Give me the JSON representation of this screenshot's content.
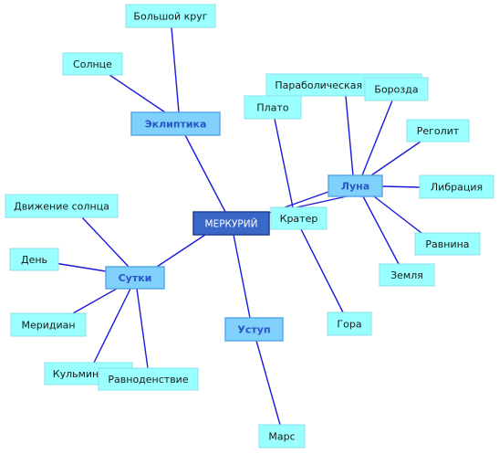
{
  "mindmap": {
    "root": {
      "id": "mercury",
      "label": "МЕРКУРИЙ"
    },
    "hubs": [
      {
        "id": "ecliptic",
        "label": "Эклиптика"
      },
      {
        "id": "moon",
        "label": "Луна"
      },
      {
        "id": "day",
        "label": "Сутки"
      },
      {
        "id": "scarp",
        "label": "Уступ"
      }
    ],
    "leaves": [
      {
        "id": "great-circle",
        "label": "Большой круг",
        "parent": "ecliptic"
      },
      {
        "id": "sun",
        "label": "Солнце",
        "parent": "ecliptic"
      },
      {
        "id": "parabolic-velocity",
        "label": "Параболическая скорость",
        "parent": "moon"
      },
      {
        "id": "furrow",
        "label": "Борозда",
        "parent": "moon"
      },
      {
        "id": "regolith",
        "label": "Реголит",
        "parent": "moon"
      },
      {
        "id": "libration",
        "label": "Либрация",
        "parent": "moon"
      },
      {
        "id": "plain",
        "label": "Равнина",
        "parent": "moon"
      },
      {
        "id": "earth",
        "label": "Земля",
        "parent": "moon"
      },
      {
        "id": "crater",
        "label": "Кратер",
        "parent": "moon"
      },
      {
        "id": "plateau",
        "label": "Плато",
        "parent": "crater"
      },
      {
        "id": "mountain",
        "label": "Гора",
        "parent": "crater"
      },
      {
        "id": "sun-motion",
        "label": "Движение солнца",
        "parent": "day"
      },
      {
        "id": "daytime",
        "label": "День",
        "parent": "day"
      },
      {
        "id": "meridian",
        "label": "Меридиан",
        "parent": "day"
      },
      {
        "id": "culmination",
        "label": "Кульминация",
        "parent": "day"
      },
      {
        "id": "equinox",
        "label": "Равноденствие",
        "parent": "day"
      },
      {
        "id": "mars",
        "label": "Марс",
        "parent": "scarp"
      }
    ],
    "edges": [
      [
        "mercury",
        "ecliptic"
      ],
      [
        "mercury",
        "moon"
      ],
      [
        "mercury",
        "day"
      ],
      [
        "mercury",
        "scarp"
      ],
      [
        "ecliptic",
        "great-circle"
      ],
      [
        "ecliptic",
        "sun"
      ],
      [
        "moon",
        "parabolic-velocity"
      ],
      [
        "moon",
        "furrow"
      ],
      [
        "moon",
        "regolith"
      ],
      [
        "moon",
        "libration"
      ],
      [
        "moon",
        "plain"
      ],
      [
        "moon",
        "earth"
      ],
      [
        "moon",
        "crater"
      ],
      [
        "crater",
        "plateau"
      ],
      [
        "crater",
        "mountain"
      ],
      [
        "day",
        "sun-motion"
      ],
      [
        "day",
        "daytime"
      ],
      [
        "day",
        "meridian"
      ],
      [
        "day",
        "culmination"
      ],
      [
        "day",
        "equinox"
      ],
      [
        "scarp",
        "mars"
      ]
    ]
  }
}
